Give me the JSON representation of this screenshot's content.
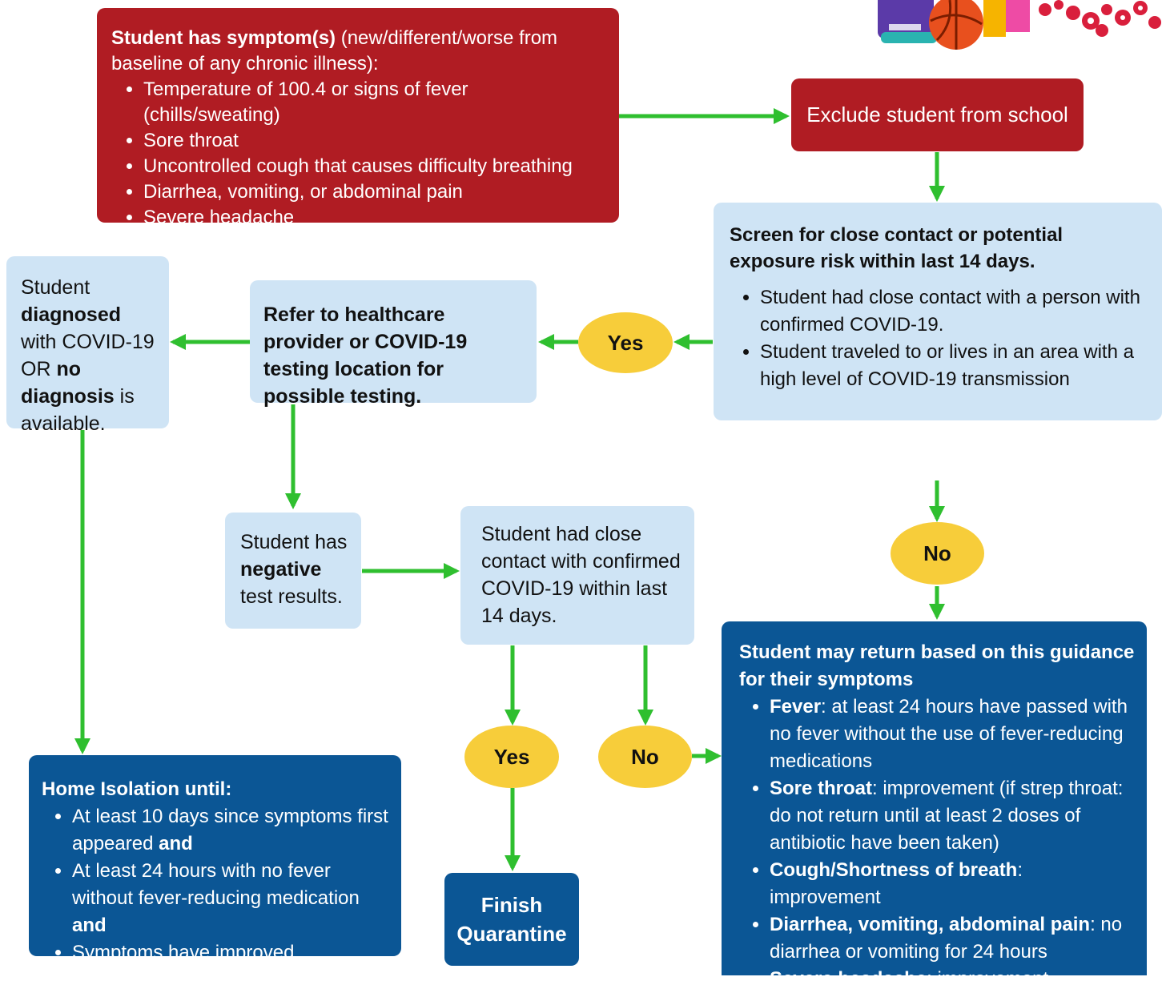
{
  "colors": {
    "red_box": "#b01c23",
    "light_box": "#cfe4f5",
    "dark_box": "#0b5695",
    "decision": "#f7cd3a",
    "arrow": "#2fbf2f"
  },
  "symptoms": {
    "title_bold": "Student has symptom(s)",
    "title_rest": " (new/different/worse from baseline of any chronic illness):",
    "items": [
      "Temperature of 100.4 or signs of fever (chills/sweating)",
      "Sore throat",
      "Uncontrolled cough that causes difficulty breathing",
      "Diarrhea, vomiting, or abdominal pain",
      "Severe headache"
    ]
  },
  "exclude": {
    "label": "Exclude student from school"
  },
  "screen": {
    "title": "Screen for close contact or potential exposure risk within last 14 days.",
    "items": [
      "Student had close contact with a person with confirmed COVID-19.",
      "Student traveled to or lives in an area with a high level of COVID-19 transmission"
    ]
  },
  "refer": {
    "label": "Refer to healthcare provider or COVID-19 testing location for possible testing."
  },
  "diagnosed": {
    "t1": "Student ",
    "b1": "diagnosed",
    "t2": " with COVID-19 OR ",
    "b2": "no diagnosis",
    "t3": " is available."
  },
  "negative": {
    "t1": "Student has ",
    "b1": "negative",
    "t2": " test results."
  },
  "contact": {
    "label": "Student had close contact with confirmed COVID-19 within last 14 days."
  },
  "decisions": {
    "yes_screen": "Yes",
    "no_screen": "No",
    "yes_contact": "Yes",
    "no_contact": "No"
  },
  "home": {
    "title": "Home Isolation until:",
    "i1_text": "At least 10 days since symptoms first appeared ",
    "i1_bold": "and",
    "i2_text": "At least 24 hours with no fever without fever-reducing medication ",
    "i2_bold": "and",
    "i3_text": "Symptoms have improved"
  },
  "finish": {
    "label": "Finish Quarantine"
  },
  "return": {
    "title": "Student may return based on this guidance for their symptoms",
    "items": [
      {
        "bold": "Fever",
        "text": ": at least 24 hours have passed with no fever without the use of fever-reducing medications"
      },
      {
        "bold": "Sore throat",
        "text": ": improvement (if strep throat: do not return until at least 2 doses of antibiotic have been taken)"
      },
      {
        "bold": "Cough/Shortness of breath",
        "text": ": improvement"
      },
      {
        "bold": "Diarrhea, vomiting, abdominal pain",
        "text": ": no diarrhea or vomiting for 24 hours"
      },
      {
        "bold": "Severe headache",
        "text": ": improvement"
      }
    ]
  }
}
